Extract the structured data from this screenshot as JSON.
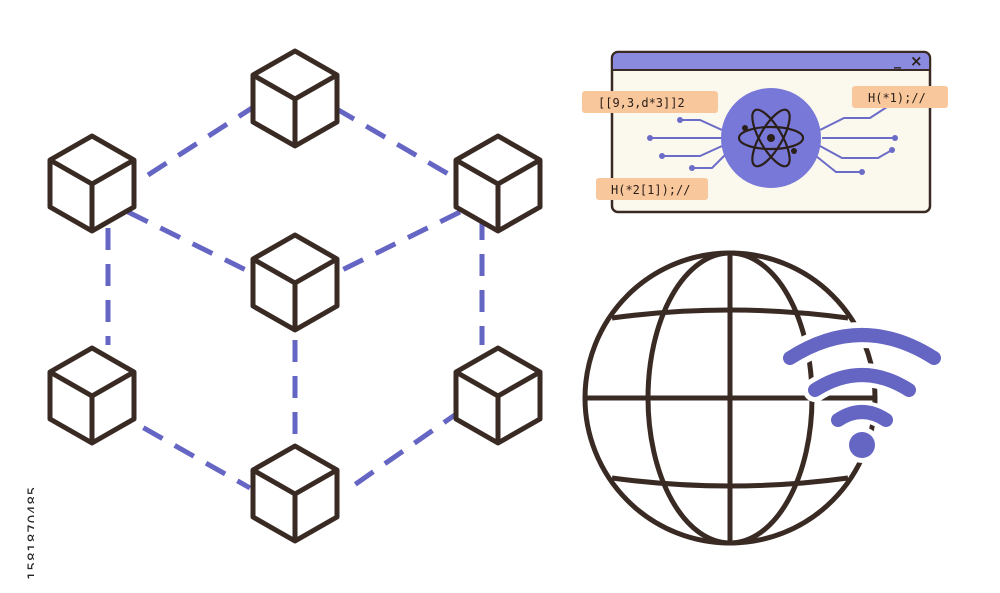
{
  "illustration": {
    "side_id": "1581870485",
    "window_controls": {
      "minimize": "_",
      "close": "×"
    },
    "code_labels": [
      "[[9,3,d*3]]2",
      "H(*1);//",
      "H(*2[1]);//"
    ],
    "colors": {
      "outline": "#3a2a24",
      "accent": "#6b6bc8",
      "window_bar": "#8a8adf",
      "window_body": "#fbf9ee",
      "label_bg": "#f8c79c"
    }
  }
}
